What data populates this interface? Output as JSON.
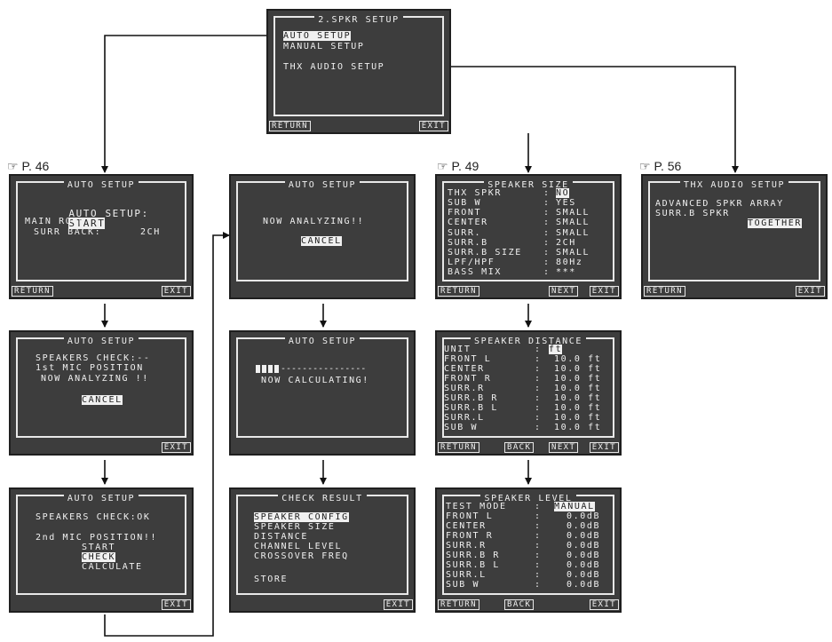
{
  "refs": {
    "auto_setup": "☞ P. 46",
    "speaker_size": "☞ P. 49",
    "thx": "☞ P. 56"
  },
  "buttons": {
    "return": "RETURN",
    "exit": "EXIT",
    "next": "NEXT",
    "back": "BACK"
  },
  "main_menu": {
    "title": "2.SPKR SETUP",
    "items": [
      "AUTO SETUP",
      "MANUAL SETUP",
      "THX AUDIO SETUP"
    ]
  },
  "auto_setup_start": {
    "title": "AUTO SETUP",
    "label": "AUTO SETUP:",
    "value": "START",
    "room": "MAIN ROOM",
    "surr_back_label": "SURR BACK:",
    "surr_back_value": "2CH"
  },
  "analyzing": {
    "title": "AUTO SETUP",
    "message": "NOW ANALYZING!!",
    "cancel": "CANCEL"
  },
  "speaker_size": {
    "title": "SPEAKER SIZE",
    "rows": [
      {
        "label": "THX SPKR",
        "value": "NO"
      },
      {
        "label": "SUB W",
        "value": "YES"
      },
      {
        "label": "FRONT",
        "value": "SMALL"
      },
      {
        "label": "CENTER",
        "value": "SMALL"
      },
      {
        "label": "SURR.",
        "value": "SMALL"
      },
      {
        "label": "SURR.B",
        "value": "2CH"
      },
      {
        "label": "SURR.B SIZE",
        "value": "SMALL"
      },
      {
        "label": "LPF/HPF",
        "value": "80Hz"
      },
      {
        "label": "BASS MIX",
        "value": "***"
      }
    ]
  },
  "thx_setup": {
    "title": "THX AUDIO SETUP",
    "line1": "ADVANCED SPKR ARRAY",
    "line2": "SURR.B SPKR",
    "value": "TOGETHER"
  },
  "mic1": {
    "title": "AUTO SETUP",
    "line1": "SPEAKERS CHECK:--",
    "line2": "1st MIC POSITION",
    "line3": "NOW ANALYZING !!",
    "cancel": "CANCEL"
  },
  "calculating": {
    "title": "AUTO SETUP",
    "dashes": "----------------",
    "message": "NOW CALCULATING!"
  },
  "speaker_distance": {
    "title": "SPEAKER DISTANCE",
    "unit_label": "UNIT",
    "unit_value": "ft",
    "rows": [
      {
        "label": "FRONT L",
        "value": "10.0 ft"
      },
      {
        "label": "CENTER",
        "value": "10.0 ft"
      },
      {
        "label": "FRONT R",
        "value": "10.0 ft"
      },
      {
        "label": "SURR.R",
        "value": "10.0 ft"
      },
      {
        "label": "SURR.B R",
        "value": "10.0 ft"
      },
      {
        "label": "SURR.B L",
        "value": "10.0 ft"
      },
      {
        "label": "SURR.L",
        "value": "10.0 ft"
      },
      {
        "label": "SUB W",
        "value": "10.0 ft"
      }
    ]
  },
  "mic2": {
    "title": "AUTO SETUP",
    "status": "SPEAKERS CHECK:OK",
    "position": "2nd MIC POSITION!!",
    "options": [
      "START",
      "CHECK",
      "CALCULATE"
    ]
  },
  "check_result": {
    "title": "CHECK RESULT",
    "items": [
      "SPEAKER CONFIG",
      "SPEAKER SIZE",
      "DISTANCE",
      "CHANNEL LEVEL",
      "CROSSOVER FREQ"
    ],
    "store": "STORE"
  },
  "speaker_level": {
    "title": "SPEAKER LEVEL",
    "mode_label": "TEST MODE",
    "mode_value": "MANUAL",
    "rows": [
      {
        "label": "FRONT L",
        "value": "0.0dB"
      },
      {
        "label": "CENTER",
        "value": "0.0dB"
      },
      {
        "label": "FRONT R",
        "value": "0.0dB"
      },
      {
        "label": "SURR.R",
        "value": "0.0dB"
      },
      {
        "label": "SURR.B R",
        "value": "0.0dB"
      },
      {
        "label": "SURR.B L",
        "value": "0.0dB"
      },
      {
        "label": "SURR.L",
        "value": "0.0dB"
      },
      {
        "label": "SUB W",
        "value": "0.0dB"
      }
    ]
  }
}
